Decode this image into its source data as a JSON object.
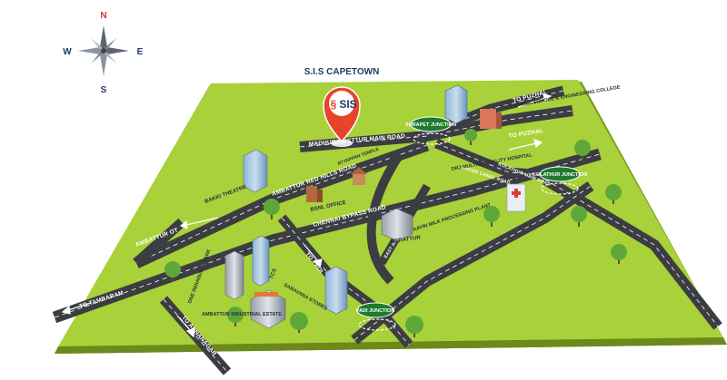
{
  "compass": {
    "north": "N",
    "south": "S",
    "east": "E",
    "west": "W"
  },
  "location": {
    "title": "S.I.S CAPETOWN",
    "logo_text": "SIS"
  },
  "roads": {
    "madhura": "MADHURA METTUR MAIN ROAD",
    "red_hills": "AMBATTUR RED HILLS ROAD",
    "chennai_bypass": "CHENNAI BYPASS ROAD",
    "ambattur_ot": "AMBATTUR OT",
    "to_puzhal_1": "TO PUZHAL",
    "to_puzhal_2": "TO PUZHAL",
    "kolathur_road": "KOLATHUR MAIN ROAD",
    "water_canal": "WATER CANAL ROAD",
    "to_padi": "TO PADI",
    "east_avenue": "EAST AVENUE ROAD",
    "to_tambaram": "TO TAMBARAM",
    "to_annanagar": "TO ANNANAGAR"
  },
  "places": {
    "bakki_theatre": "BAKKI THEATRE",
    "ayyappan_temple": "AYYAPPAN TEMPLE",
    "bsnl_office": "BSNL OFFICE",
    "velammal": "VELAMMAL SCHOOL & ENGINEERING COLLEGE",
    "drj_hospital": "DRJ MULTISPECIALITY HOSPITAL",
    "aavin": "AAVIN MILK PROCESSING PLANT",
    "korattur": "KORATTUR",
    "tcs": "TCS",
    "one_indiabulls": "ONE INDIABULLS PARK",
    "saravana": "SARAVANA STORES",
    "ambattur_estate": "AMBATTUR INDUSTRIAL ESTATE"
  },
  "junctions": {
    "surapet": "SURAPET JUNCTION",
    "kolathur": "KOLATHUR JUNCTION",
    "padi": "PADI JUNCTION"
  },
  "colors": {
    "ground": "#a9d13a",
    "ground_shadow": "#7a9c22",
    "road": "#3b3d42",
    "road_line": "#ffffff",
    "marker": "#e8442c",
    "junction": "#1f7a2e",
    "text": "#1e3a5f"
  }
}
